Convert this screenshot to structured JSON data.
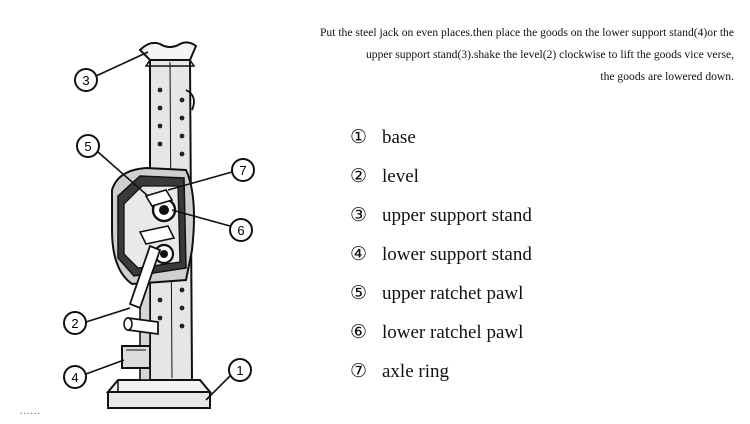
{
  "instructions": [
    "Put the steel jack on even places.then place the goods on the lower support stand(4)or the",
    "upper support stand(3).shake the level(2) clockwise to lift the goods vice verse,",
    "the goods are lowered down."
  ],
  "parts": [
    {
      "num": "①",
      "label": "base"
    },
    {
      "num": "②",
      "label": "level"
    },
    {
      "num": "③",
      "label": "upper support stand"
    },
    {
      "num": "④",
      "label": "lower support stand"
    },
    {
      "num": "⑤",
      "label": "upper ratchet pawl"
    },
    {
      "num": "⑥",
      "label": "lower ratchel pawl"
    },
    {
      "num": "⑦",
      "label": "axle ring"
    }
  ],
  "callouts": [
    "1",
    "2",
    "3",
    "4",
    "5",
    "6",
    "7"
  ],
  "footer": "......",
  "colors": {
    "ink": "#111111",
    "body_gray": "#e6e6e6",
    "housing_dark": "#3a3a3a"
  }
}
